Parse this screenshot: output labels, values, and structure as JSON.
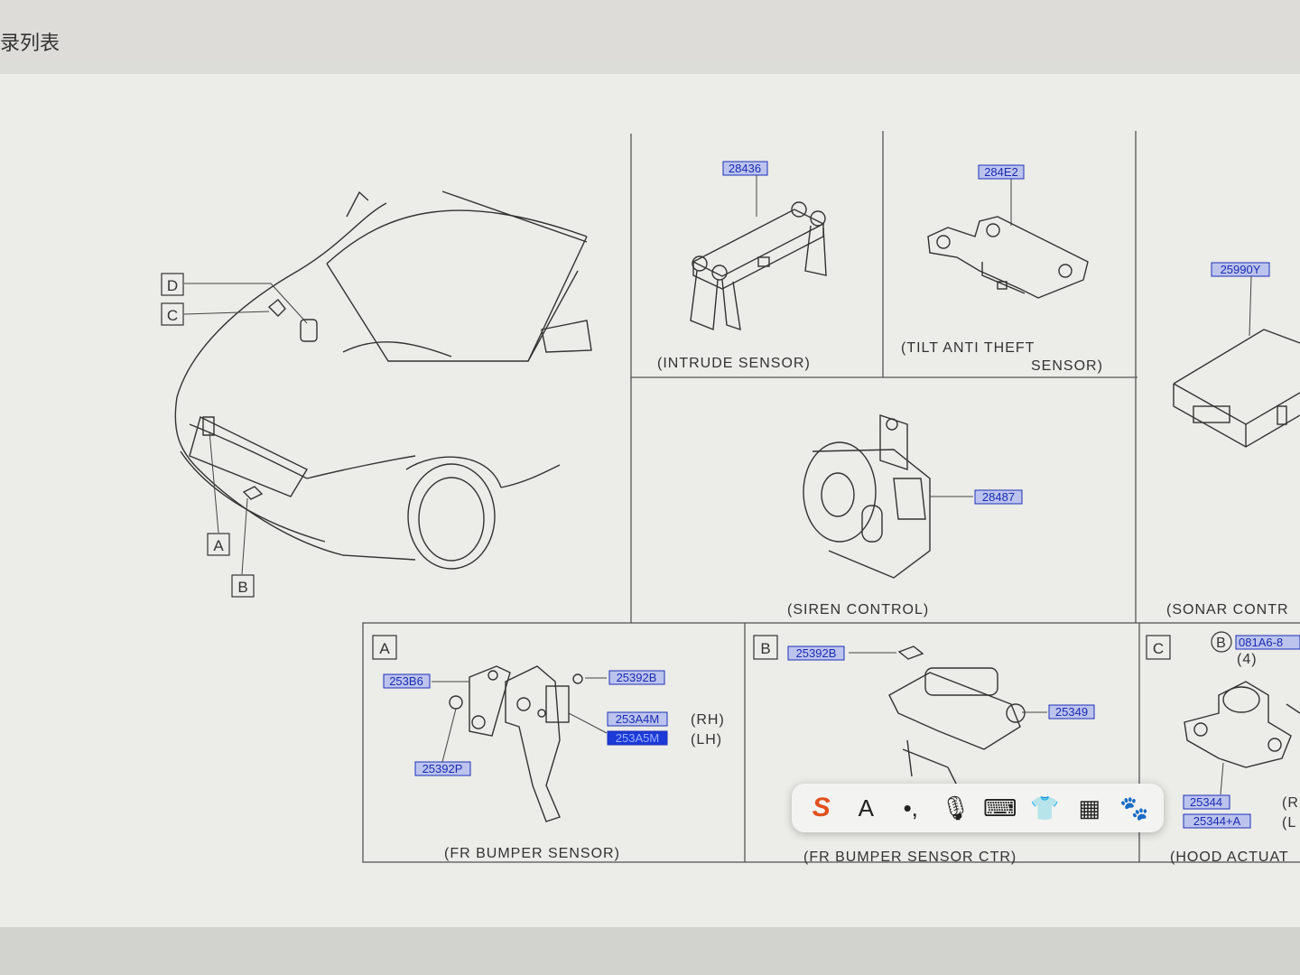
{
  "window": {
    "title": "录列表"
  },
  "diagram": {
    "callouts": [
      "D",
      "C",
      "A",
      "B"
    ],
    "panels": {
      "intrude": {
        "part": "28436",
        "caption": "(INTRUDE SENSOR)"
      },
      "tilt": {
        "part": "284E2",
        "caption_line1": "(TILT ANTI THEFT",
        "caption_line2": "SENSOR)"
      },
      "sonar": {
        "part": "25990Y",
        "caption": "(SONAR CONTR"
      },
      "siren": {
        "part": "28487",
        "caption": "(SIREN CONTROL)"
      },
      "bumper_a": {
        "letter": "A",
        "parts": [
          "253B6",
          "25392B",
          "253A4M",
          "253A5M",
          "25392P"
        ],
        "rh": "(RH)",
        "lh": "(LH)",
        "caption": "(FR BUMPER SENSOR)"
      },
      "bumper_b": {
        "letter": "B",
        "parts": [
          "25392B",
          "25349"
        ],
        "caption": "(FR BUMPER SENSOR CTR)"
      },
      "hood": {
        "letter": "C",
        "ref_letter": "B",
        "ref_part": "081A6-8",
        "qty": "(4)",
        "parts": [
          "25344",
          "25344+A"
        ],
        "rh": "(R",
        "lh": "(L",
        "caption": "(HOOD ACTUAT"
      }
    }
  },
  "toolbar": {
    "buttons": [
      {
        "name": "sogou-s-icon",
        "glyph": "S"
      },
      {
        "name": "font-icon",
        "glyph": "A"
      },
      {
        "name": "punctuation-icon",
        "glyph": "•,"
      },
      {
        "name": "microphone-icon",
        "glyph": "🎙"
      },
      {
        "name": "keyboard-icon",
        "glyph": "⌨"
      },
      {
        "name": "skin-shirt-icon",
        "glyph": "👕"
      },
      {
        "name": "apps-grid-icon",
        "glyph": "▦"
      },
      {
        "name": "mascot-icon",
        "glyph": "🐾"
      }
    ]
  }
}
